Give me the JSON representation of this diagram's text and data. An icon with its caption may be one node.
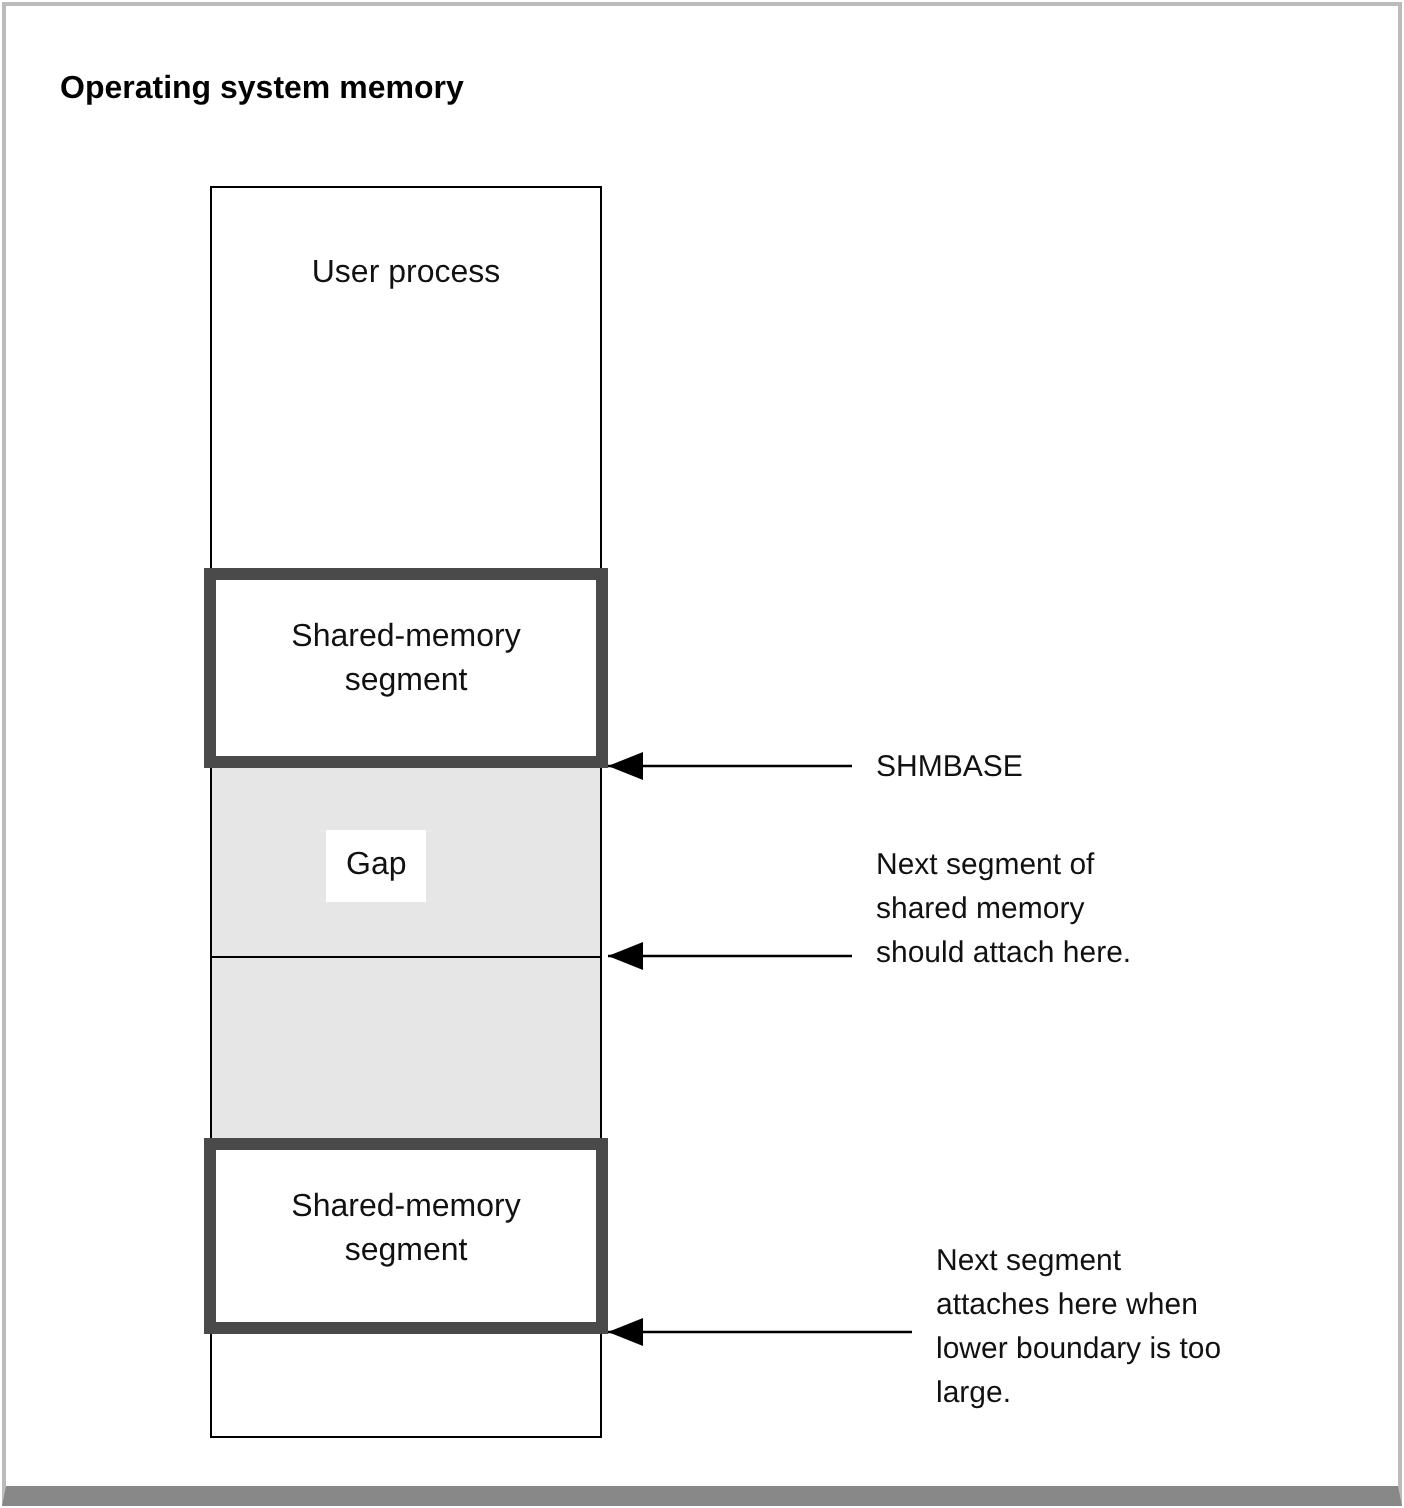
{
  "diagram": {
    "title": "Operating system memory",
    "nodes": [
      {
        "text": [
          "User process"
        ]
      },
      {
        "text": [
          "Shared-memory segment"
        ]
      },
      {
        "text": [
          "Gap"
        ]
      },
      {
        "text": [],
        "shape": "box"
      },
      {
        "text": [
          "Shared-memory segment"
        ]
      },
      {
        "text": [],
        "shape": "box"
      },
      {
        "text": [
          "SHMBASE"
        ]
      },
      {
        "text": [
          "Next segment of shared memory should attach here."
        ]
      },
      {
        "text": [
          "Next segment attaches here when lower boundary is too large."
        ]
      }
    ],
    "edges": [
      {
        "from": 6,
        "to": 2,
        "arrow": "to"
      },
      {
        "from": 7,
        "to": 3,
        "arrow": "to"
      },
      {
        "from": 8,
        "to": 5,
        "arrow": "to"
      }
    ]
  }
}
